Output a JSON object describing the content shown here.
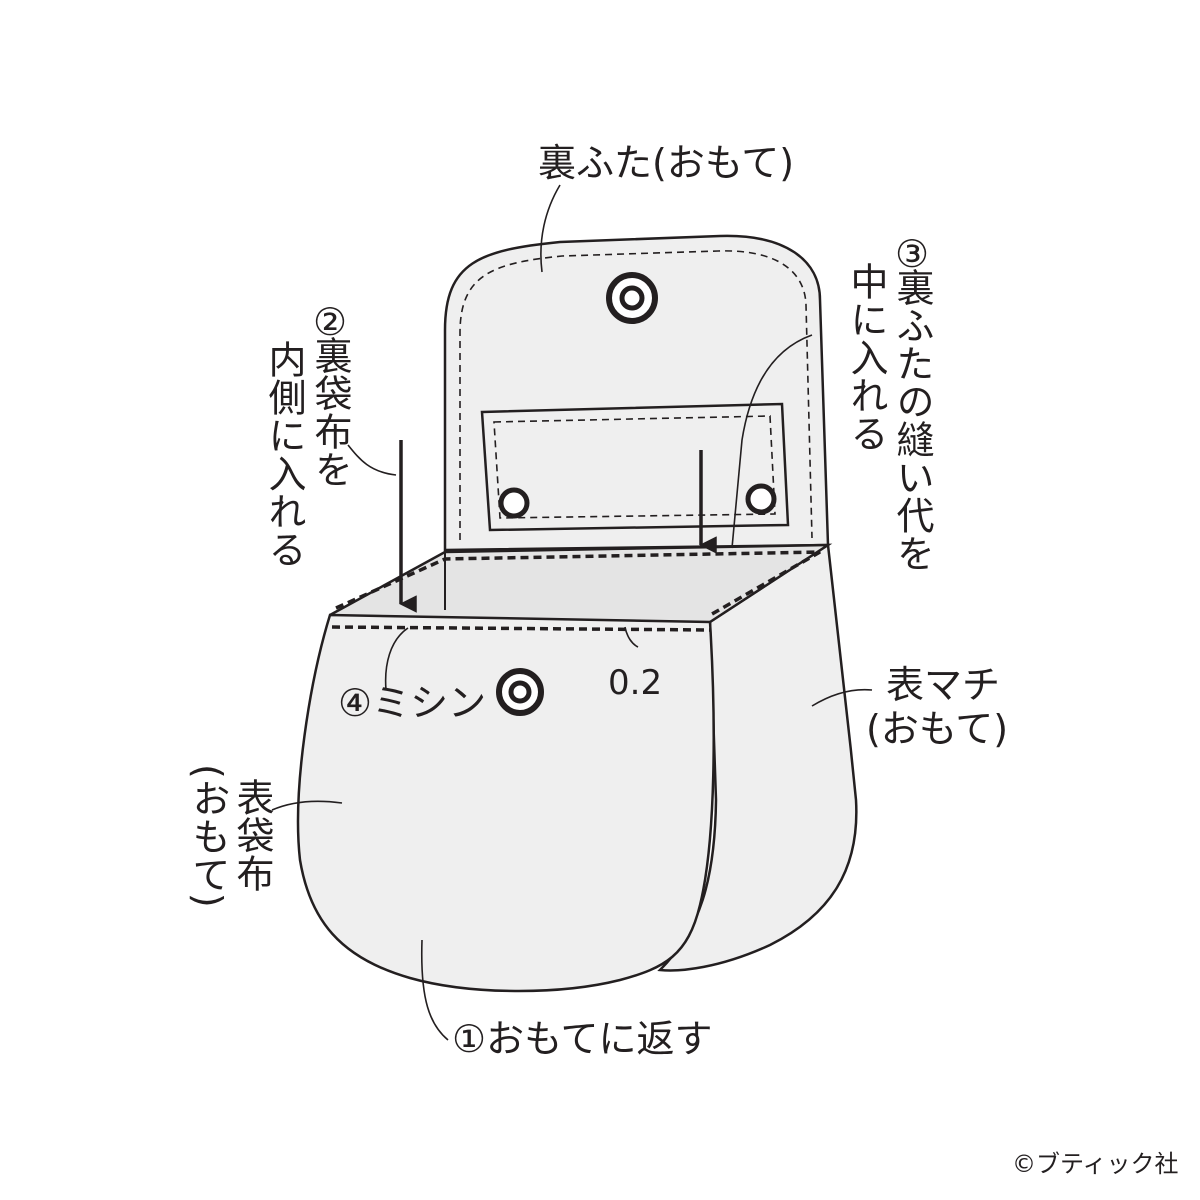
{
  "labels": {
    "lining_flap": "裏ふた(おもて)",
    "step3_num": "③",
    "step3_line1": "裏ふたの縫い代を",
    "step3_line2": "中に入れる",
    "step2_num": "②",
    "step2_line1": "裏袋布を",
    "step2_line2": "内側に入れる",
    "step4": "④ミシン",
    "seam_allowance": "0.2",
    "outer_gusset_line1": "表マチ",
    "outer_gusset_line2": "(おもて)",
    "outer_bag_line1": "表袋布",
    "outer_bag_line2": "(おもて)",
    "step1": "①おもてに返す"
  },
  "copyright": "©ブティック社",
  "colors": {
    "line": "#231f20",
    "fabric": "#efefef",
    "inner": "#e4e4e4"
  }
}
